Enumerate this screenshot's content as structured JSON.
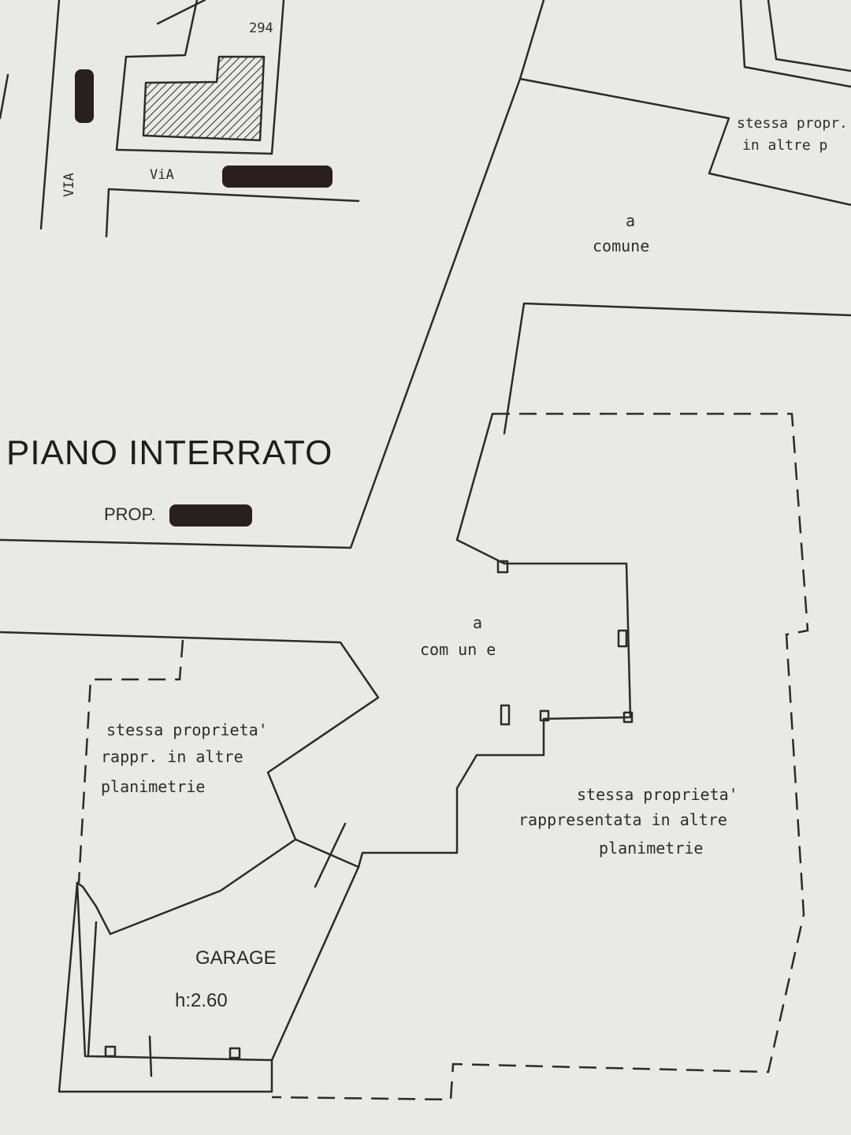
{
  "title": "PIANO  INTERRATO",
  "owner_label": "PROP.",
  "site_plan": {
    "parcel_number": "294",
    "street_label_horizontal": "ViA",
    "street_label_vertical": "VIA"
  },
  "areas": {
    "common_upper": {
      "line1": "a",
      "line2": "comune"
    },
    "common_center": {
      "line1": "a",
      "line2": "com un e"
    },
    "same_property_top_right": {
      "line1": "stessa  propr.",
      "line2": "in    altre   p"
    },
    "same_property_left": {
      "line1": "stessa  proprieta'",
      "line2": "rappr.  in  altre",
      "line3": "planimetrie"
    },
    "same_property_right": {
      "line1": "stessa  proprieta'",
      "line2": "rappresentata   in   altre",
      "line3": "planimetrie"
    },
    "garage": {
      "name": "GARAGE",
      "height": "h:2.60"
    }
  },
  "colors": {
    "paper": "#e9e9e7",
    "ink": "#2a2a2a",
    "redaction": "#2a1f1f"
  }
}
